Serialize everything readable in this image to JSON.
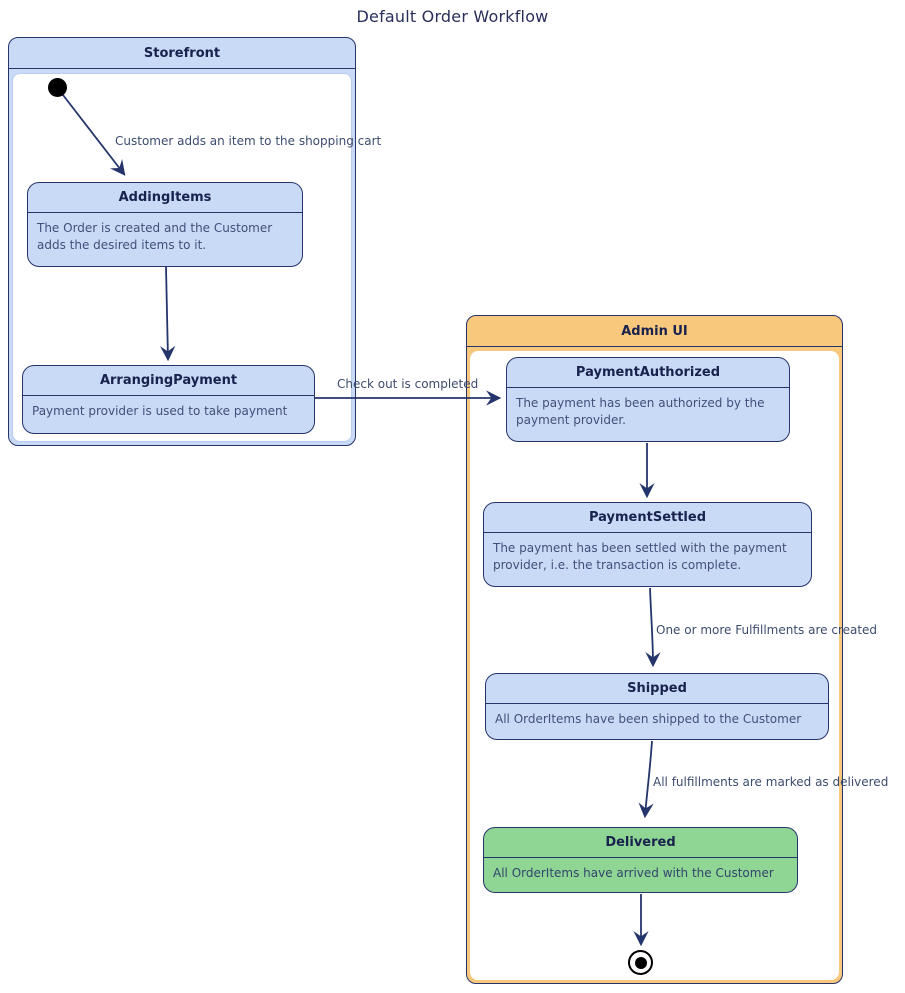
{
  "diagram": {
    "title": "Default Order Workflow",
    "type": "uml-state-diagram"
  },
  "containers": {
    "storefront": {
      "label": "Storefront"
    },
    "admin_ui": {
      "label": "Admin UI"
    }
  },
  "states": {
    "initial": {
      "kind": "initial-pseudo-state"
    },
    "adding_items": {
      "title": "AddingItems",
      "body": "The Order is created and the Customer\nadds the desired items to it."
    },
    "arranging_payment": {
      "title": "ArrangingPayment",
      "body": "Payment provider is used to take payment"
    },
    "payment_authorized": {
      "title": "PaymentAuthorized",
      "body": "The payment has been authorized by the\npayment provider."
    },
    "payment_settled": {
      "title": "PaymentSettled",
      "body": "The payment has been settled with the payment\nprovider, i.e. the transaction is complete."
    },
    "shipped": {
      "title": "Shipped",
      "body": "All OrderItems have been shipped to the Customer"
    },
    "delivered": {
      "title": "Delivered",
      "body": "All OrderItems have arrived with the Customer"
    },
    "final": {
      "kind": "final-pseudo-state"
    }
  },
  "transitions": {
    "add_item": {
      "from": "initial",
      "to": "AddingItems",
      "label": "Customer adds an item to the shopping cart"
    },
    "items_to_payment": {
      "from": "AddingItems",
      "to": "ArrangingPayment",
      "label": ""
    },
    "checkout": {
      "from": "ArrangingPayment",
      "to": "PaymentAuthorized",
      "label": "Check out is completed"
    },
    "authorized_to_settled": {
      "from": "PaymentAuthorized",
      "to": "PaymentSettled",
      "label": ""
    },
    "fulfillments_created": {
      "from": "PaymentSettled",
      "to": "Shipped",
      "label": "One or more Fulfillments are created"
    },
    "marked_delivered": {
      "from": "Shipped",
      "to": "Delivered",
      "label": "All fulfillments are marked as delivered"
    },
    "delivered_to_final": {
      "from": "Delivered",
      "to": "final",
      "label": ""
    }
  },
  "colors": {
    "state_fill": "#c9daf7",
    "state_border": "#26346a",
    "delivered_fill": "#8fd694",
    "storefront_header_fill": "#c9daf7",
    "admin_header_fill": "#f8c87d",
    "arrow": "#24356b",
    "title_text": "#2a2f5a",
    "body_text": "#41507a",
    "background": "#ffffff"
  }
}
